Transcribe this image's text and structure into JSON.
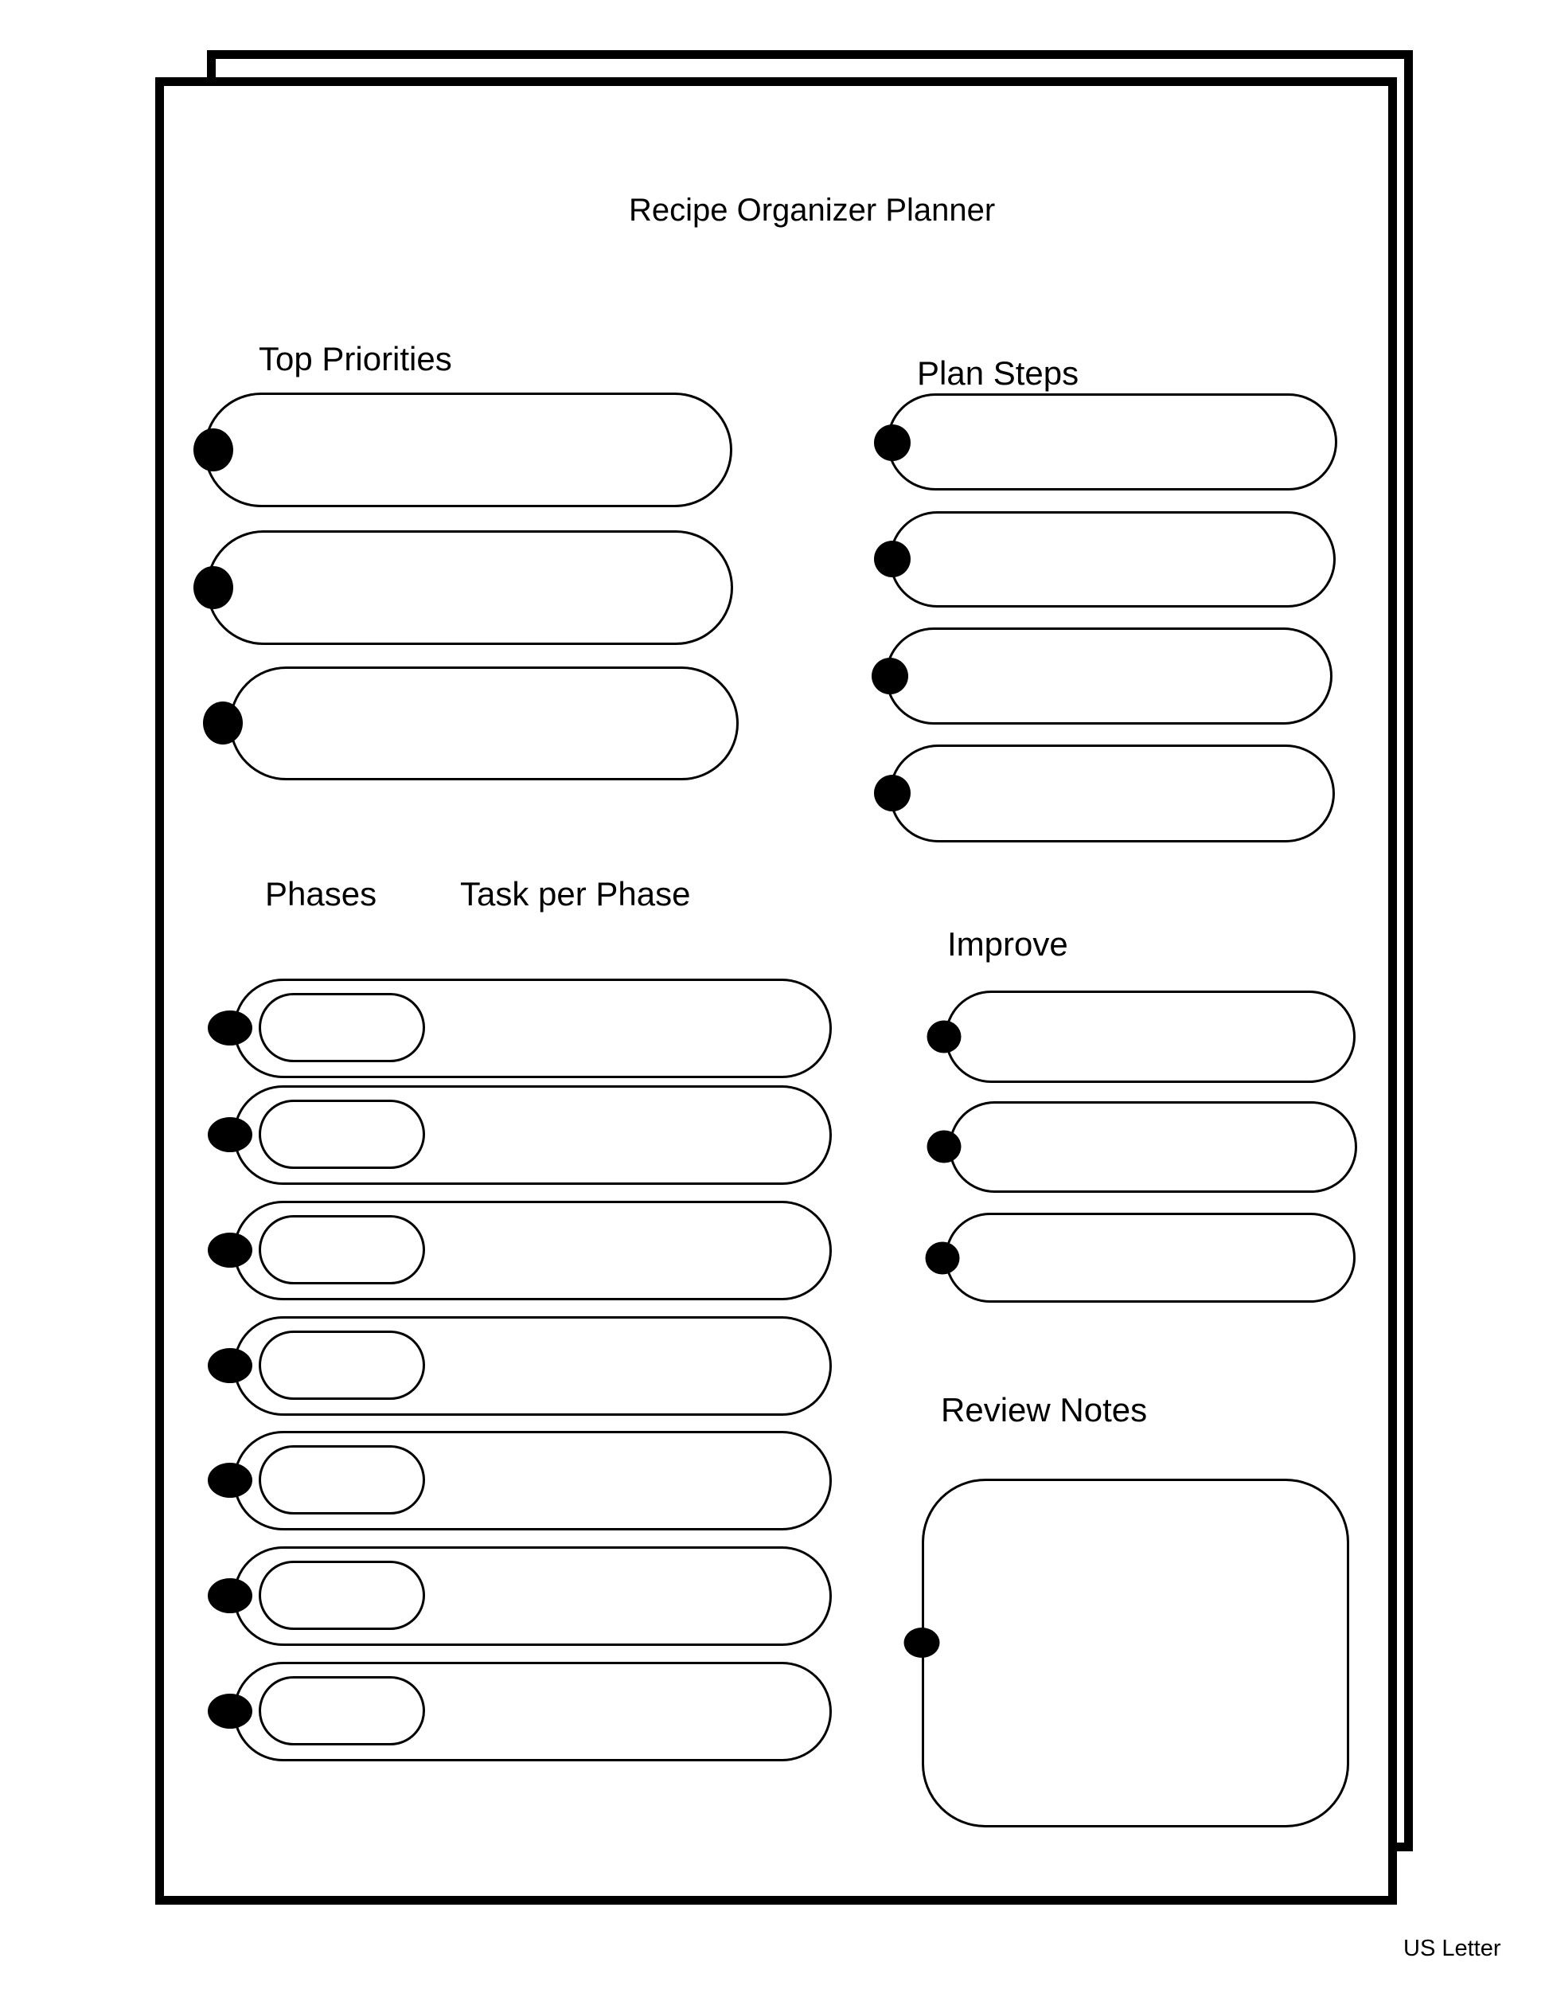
{
  "page": {
    "title": "Recipe Organizer Planner",
    "format_label": "US Letter",
    "colors": {
      "ink": "#000000",
      "paper": "#ffffff"
    }
  },
  "sections": {
    "top_priorities": {
      "label": "Top Priorities",
      "field_count": 3
    },
    "plan_steps": {
      "label": "Plan Steps",
      "field_count": 4
    },
    "phases": {
      "label": "Phases",
      "task_label": "Task per Phase",
      "row_count": 7
    },
    "improve": {
      "label": "Improve",
      "field_count": 3
    },
    "review_notes": {
      "label": "Review Notes",
      "field_count": 1
    }
  }
}
